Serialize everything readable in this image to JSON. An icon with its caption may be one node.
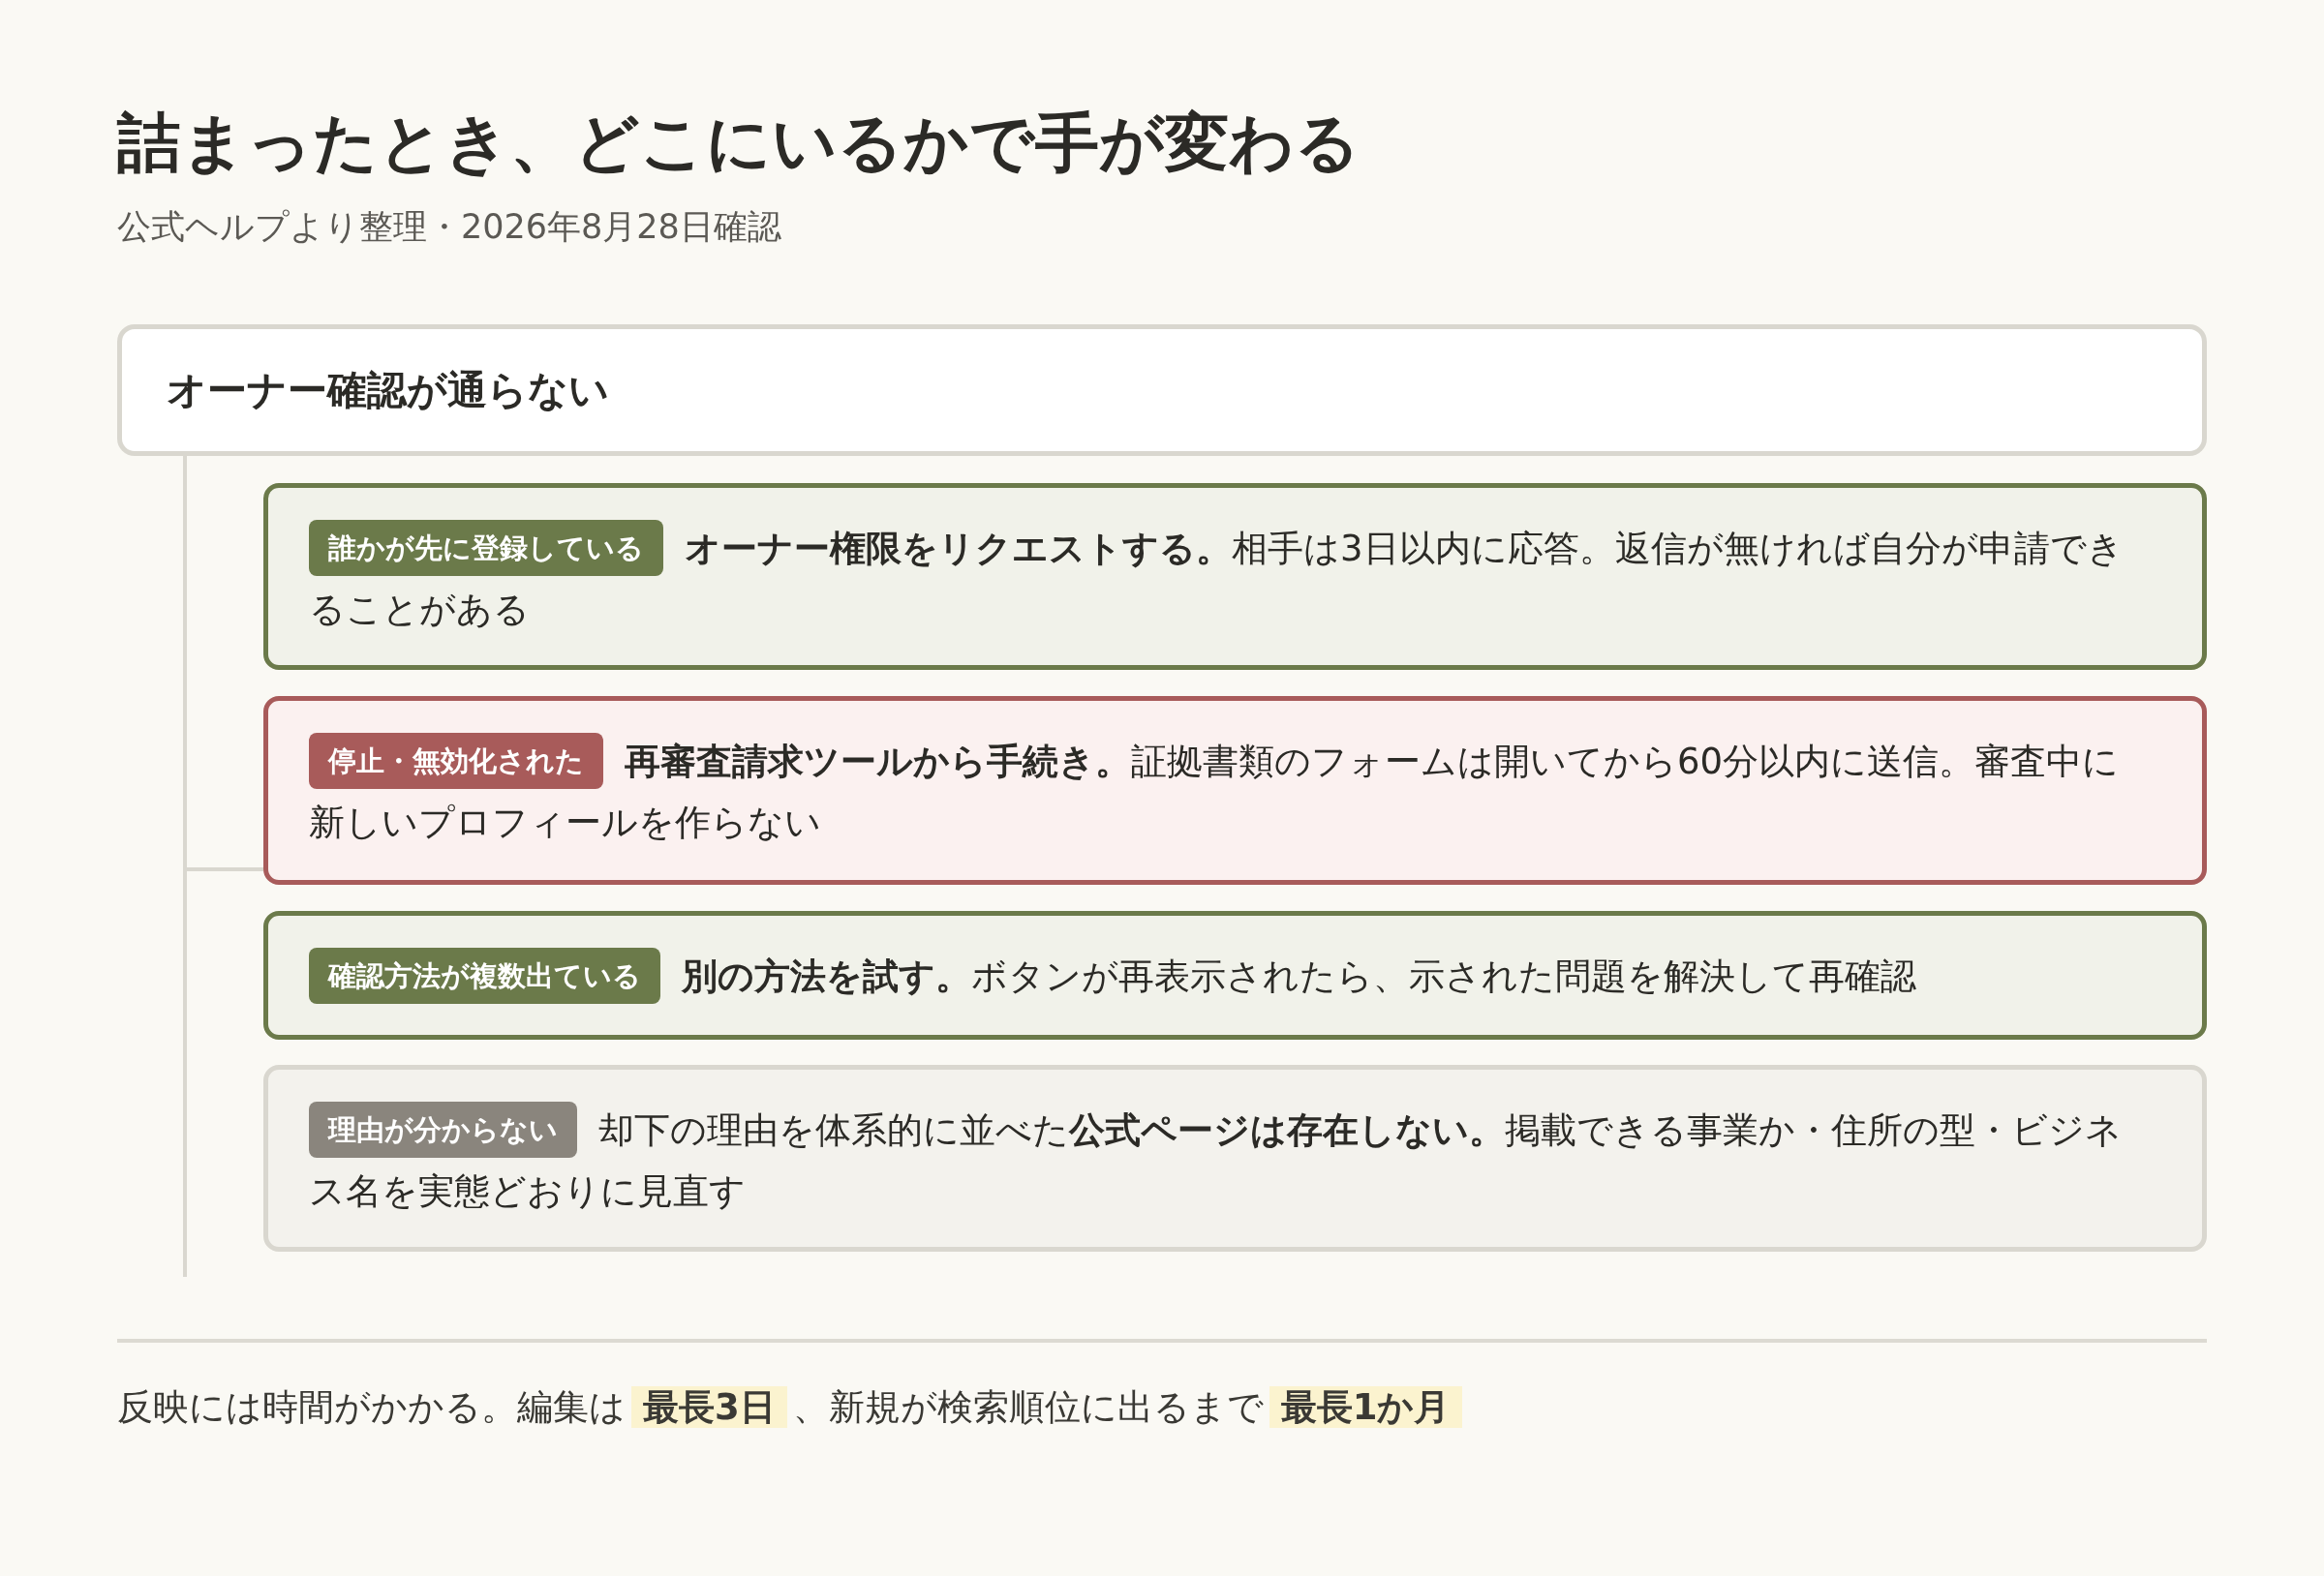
{
  "diagram": {
    "title": "詰まったとき、どこにいるかで手が変わる",
    "nodes": [
      {
        "text": [
          "オーナー確認が通らない"
        ]
      },
      {
        "text": [
          "**オーナー権限をリクエストする。**相手は3日以内に応答。返信が無ければ自分が申請できることがある"
        ]
      },
      {
        "text": [
          "誰かが先に登録している"
        ],
        "in": 1
      },
      {
        "text": [
          "**再審査請求ツールから手続き。**証拠書類のフォームは開いてから60分以内に送信。審査中に新しいプロフィールを作らない"
        ]
      },
      {
        "text": [
          "停止・無効化された"
        ],
        "in": 3
      },
      {
        "text": [
          "**別の方法を試す。**ボタンが再表示されたら、示された問題を解決して再確認"
        ]
      },
      {
        "text": [
          "確認方法が複数出ている"
        ],
        "in": 5
      },
      {
        "text": [
          "却下の理由を体系的に並べた**公式ページは存在しない。**掲載できる事業か・住所の型・ビジネス名を実態どおりに見直す"
        ]
      },
      {
        "text": [
          "理由が分からない"
        ],
        "in": 7
      }
    ],
    "edges": [
      {
        "from": 0,
        "to": 3,
        "arrow": "none"
      }
    ],
    "labels": [
      "公式ヘルプより整理・2026年8月28日確認",
      "反映には時間がかかる。編集は**最長3日**、新規が検索順位に出るまで**最長1か月**"
    ]
  }
}
